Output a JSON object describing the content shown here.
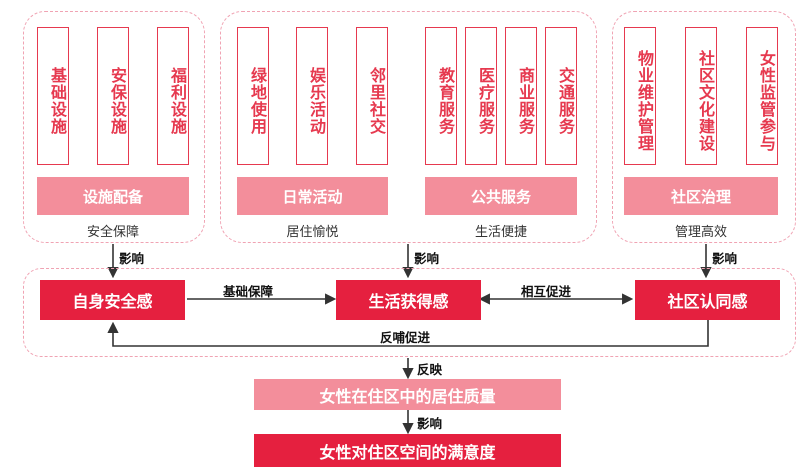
{
  "groups": {
    "g1": {
      "items": [
        "基础设施",
        "安保设施",
        "福利设施"
      ],
      "category": "设施配备",
      "caption": "安全保障"
    },
    "g2": {
      "items": [
        "绿地使用",
        "娱乐活动",
        "邻里社交",
        "教育服务",
        "医疗服务",
        "商业服务",
        "交通服务"
      ],
      "category_left": "日常活动",
      "category_right": "公共服务",
      "caption_left": "居住愉悦",
      "caption_right": "生活便捷"
    },
    "g3": {
      "items": [
        "物业维护管理",
        "社区文化建设",
        "女性监管参与"
      ],
      "category": "社区治理",
      "caption": "管理高效"
    }
  },
  "middle": {
    "box_left": "自身安全感",
    "box_center": "生活获得感",
    "box_right": "社区认同感",
    "label_left_center": "基础保障",
    "label_center_right": "相互促进",
    "label_feedback": "反哺促进"
  },
  "influence_labels": {
    "left": "影响",
    "center": "影响",
    "right": "影响"
  },
  "bottom": {
    "reflect_label": "反映",
    "quality_bar": "女性在住区中的居住质量",
    "influence_label": "影响",
    "satisfaction_bar": "女性对住区空间的满意度"
  },
  "colors": {
    "accent_red": "#e5203f",
    "pink": "#f38e9b",
    "dashed_border": "#f0a3b3"
  }
}
